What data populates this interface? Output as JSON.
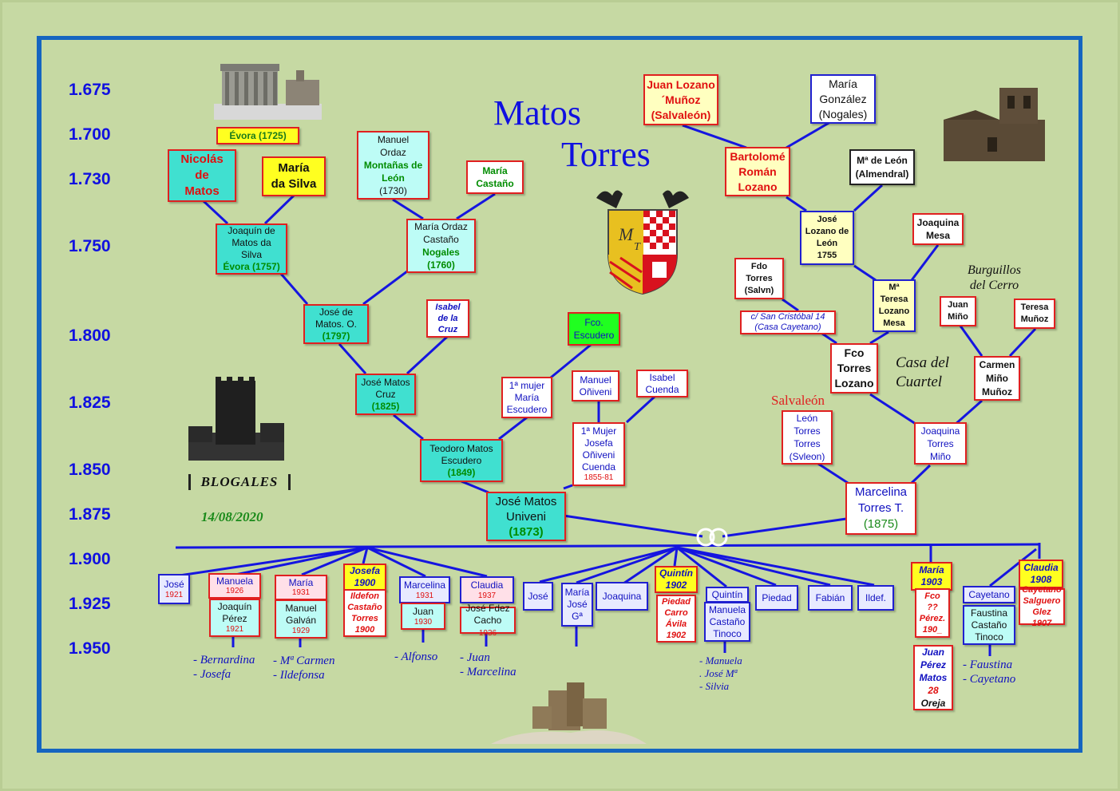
{
  "title": [
    "Matos",
    "Torres"
  ],
  "years": [
    "1.675",
    "1.700",
    "1.730",
    "1.750",
    "1.800",
    "1.825",
    "1.850",
    "1.875",
    "1.900",
    "1.925",
    "1.950"
  ],
  "places": {
    "evora": "Évora (1725)",
    "burguillos": [
      "Burguillos",
      "del Cerro"
    ],
    "casa_cuartel": [
      "Casa del",
      "Cuartel"
    ],
    "salvaleon": "Salvaleón",
    "street": [
      "c/ San Cristóbal 14",
      "(Casa Cayetano)"
    ]
  },
  "blog": {
    "name": "BLOGALES",
    "date": "14/08/2020"
  },
  "coat": {
    "letters": [
      "M",
      "T"
    ]
  },
  "persons": {
    "nicolas": [
      "Nicolás",
      "de",
      "Matos"
    ],
    "maria_silva": [
      "María",
      "da Silva"
    ],
    "manuel_ordaz": [
      "Manuel",
      "Ordaz",
      "Montañas de",
      "León",
      "(1730)"
    ],
    "maria_castano": [
      "María",
      "Castaño"
    ],
    "joaquin_matos": [
      "Joaquín de",
      "Matos da",
      "Silva",
      "Évora (1757)"
    ],
    "maria_ordaz": [
      "María Ordaz",
      "Castaño",
      "Nogales",
      "(1760)"
    ],
    "jose_matos_o": [
      "José de",
      "Matos. O.",
      "(1797)"
    ],
    "isabel_cruz": [
      "Isabel",
      "de la",
      "Cruz"
    ],
    "jose_matos_cruz": [
      "José Matos",
      "Cruz",
      "(1825)"
    ],
    "fco_escudero": [
      "Fco.",
      "Escudero"
    ],
    "primera_mujer_escudero": [
      "1ª mujer",
      "María",
      "Escudero"
    ],
    "manuel_oniveni": [
      "Manuel",
      "Oñiveni"
    ],
    "isabel_cuenda": [
      "Isabel",
      "Cuenda"
    ],
    "primera_mujer_oniveni": [
      "1ª Mujer",
      "Josefa",
      "Oñiveni",
      "Cuenda",
      "1855-81"
    ],
    "teodoro": [
      "Teodoro Matos",
      "Escudero",
      "(1849)"
    ],
    "jose_univeni": [
      "José Matos",
      "Univeni",
      "(1873)"
    ],
    "juan_lozano": [
      "Juan Lozano",
      "´Muñoz",
      "(Salvaleón)"
    ],
    "maria_gonzalez": [
      "María",
      "González",
      "(Nogales)"
    ],
    "bartolome": [
      "Bartolomé",
      "Román",
      "Lozano"
    ],
    "ma_leon": [
      "Mª de León",
      "(Almendral)"
    ],
    "jose_lozano": [
      "José",
      "Lozano de",
      "León",
      "1755"
    ],
    "joaquina_mesa": [
      "Joaquina",
      "Mesa"
    ],
    "ma_teresa": [
      "Mª",
      "Teresa",
      "Lozano",
      "Mesa"
    ],
    "fdo_torres": [
      "Fdo",
      "Torres",
      "(Salvn)"
    ],
    "juan_mino": [
      "Juan",
      "Miño"
    ],
    "teresa_munoz": [
      "Teresa",
      "Muñoz"
    ],
    "fco_torres": [
      "Fco",
      "Torres",
      "Lozano"
    ],
    "carmen_mino": [
      "Carmen",
      "Miño",
      "Muñoz"
    ],
    "leon_torres": [
      "León",
      "Torres",
      "Torres",
      "(Svleon)"
    ],
    "joaquina_torres": [
      "Joaquina",
      "Torres",
      "Miño"
    ],
    "marcelina": [
      "Marcelina",
      "Torres T.",
      "(1875)"
    ]
  },
  "children": {
    "jose1921": [
      "José",
      "1921"
    ],
    "manuela": [
      "Manuela",
      "1926"
    ],
    "joaquin_perez": [
      "Joaquín",
      "Pérez",
      "1921"
    ],
    "maria1931": [
      "María",
      "1931"
    ],
    "manuel_galvan": [
      "Manuel",
      "Galván",
      "1929"
    ],
    "josefa": [
      "Josefa",
      "1900"
    ],
    "ildefon": [
      "Ildefon",
      "Castaño",
      "Torres",
      "1900"
    ],
    "marcelina1931": [
      "Marcelina",
      "1931"
    ],
    "juan1930": [
      "Juan",
      "1930"
    ],
    "claudia1937": [
      "Claudia",
      "1937"
    ],
    "jose_fdez": [
      "José Fdez",
      "Cacho",
      "1936"
    ],
    "jose": "José",
    "maria_jose": [
      "María",
      "José",
      "Gª"
    ],
    "joaquina": "Joaquina",
    "quintin1902": [
      "Quintín",
      "1902"
    ],
    "piedad_carro": [
      "Piedad",
      "Carro",
      "Ávila",
      "1902"
    ],
    "quintin": "Quintín",
    "manuela_castano": [
      "Manuela",
      "Castaño",
      "Tinoco"
    ],
    "piedad": "Piedad",
    "fabian": "Fabián",
    "ildef": "Ildef.",
    "maria1903": [
      "María",
      "1903"
    ],
    "fco_perez": [
      "Fco",
      "??",
      "Pérez.",
      "190_"
    ],
    "juan_perez": [
      "Juan",
      "Pérez",
      "Matos",
      "28",
      "Oreja"
    ],
    "cayetano": "Cayetano",
    "faustina_castano": [
      "Faustina",
      "Castaño",
      "Tinoco"
    ],
    "claudia1908": [
      "Claudia",
      "1908"
    ],
    "cayetano_salguero": [
      "Cayetano",
      "Salguero",
      "Glez 1907"
    ]
  },
  "descendants": {
    "bernardina": [
      "- Bernardina",
      "- Josefa"
    ],
    "mcarmen": [
      "- Mª Carmen",
      "- Ildefonsa"
    ],
    "alfonso": [
      "- Alfonso"
    ],
    "juan_marcelina": [
      "- Juan",
      "- Marcelina"
    ],
    "manuela_josema": [
      "- Manuela",
      ". José Mª",
      "- Silvia"
    ],
    "faustina_cayetano": [
      "- Faustina",
      "- Cayetano"
    ]
  }
}
